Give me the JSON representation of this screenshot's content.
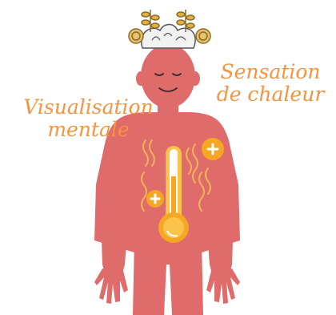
{
  "labels": {
    "left": [
      "Visualisation",
      "mentale"
    ],
    "right": [
      "Sensation",
      "de chaleur"
    ]
  },
  "colors": {
    "skin": "#e06b6b",
    "skin_stroke": "#c65556",
    "text_orange": "#f4943f",
    "heat_orange": "#f5a623",
    "heat_light": "#fbc34a",
    "wave": "#f2b457",
    "leaf": "#e0b23d",
    "brain": "#f2f2f2"
  },
  "icons": [
    "brain-icon",
    "leaf-icon",
    "thermometer-icon",
    "plus-icon",
    "heat-wave-icon",
    "smiling-face-icon"
  ]
}
